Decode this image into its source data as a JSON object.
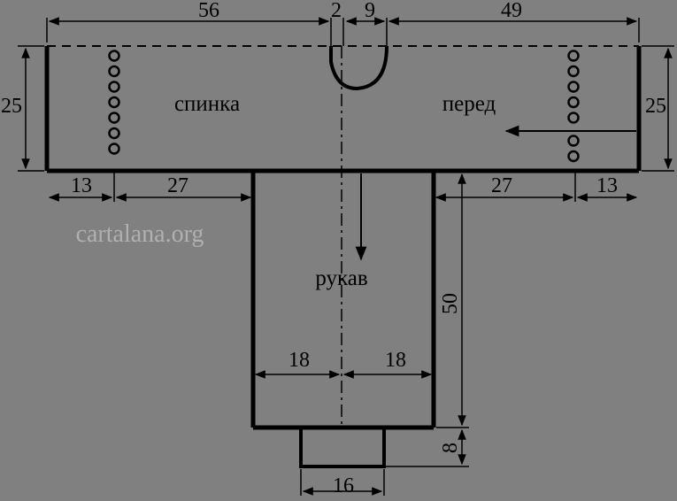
{
  "labels": {
    "back": "спинка",
    "front": "перед",
    "sleeve": "рукав",
    "watermark": "cartalana.org"
  },
  "dimensions": {
    "back_width": "56",
    "neck_back": "2",
    "neck_front": "9",
    "front_width": "49",
    "height_left": "25",
    "height_right": "25",
    "bottom_left_13": "13",
    "bottom_left_27": "27",
    "bottom_right_27": "27",
    "bottom_right_13": "13",
    "sleeve_length": "50",
    "sleeve_half_left": "18",
    "sleeve_half_right": "18",
    "cuff_height": "8",
    "cuff_width": "16"
  },
  "buttonholes": {
    "left_count": 7,
    "right_count": 5,
    "right_lower_count": 2
  },
  "colors": {
    "background": "#808080",
    "line": "#000000",
    "watermark": "#b0b0b0"
  }
}
